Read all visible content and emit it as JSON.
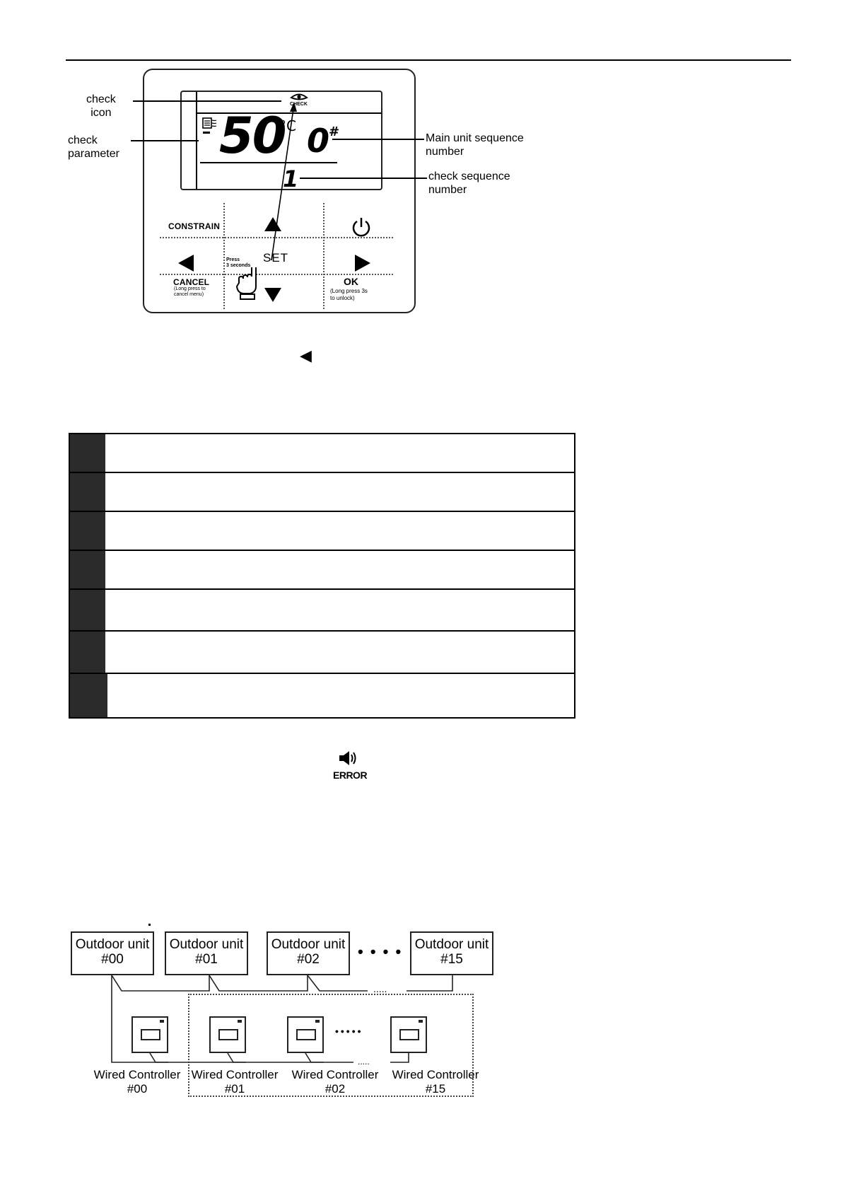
{
  "controller": {
    "callouts": {
      "check_icon": "check\nicon",
      "check_parameter": "check\nparameter",
      "main_unit_seq": "Main unit sequence\nnumber",
      "check_seq": "check sequence\nnumber"
    },
    "lcd": {
      "check_label": "CHECK",
      "value": "50",
      "unit": "°C",
      "main_seq": "0",
      "hash": "#",
      "check_seq": "1"
    },
    "buttons": {
      "constrain": "CONSTRAIN",
      "set": "SET",
      "press_hint": "Press\n3 seconds",
      "cancel": "CANCEL",
      "cancel_hint": "(Long press to\ncancel menu)",
      "ok": "OK",
      "ok_hint": "(Long press 3s\nto unlock)"
    }
  },
  "inline_icons": {
    "left_arrow": "◀",
    "error_label": "ERROR"
  },
  "table": {
    "row_count": 7
  },
  "network": {
    "outdoor_units": [
      {
        "line1": "Outdoor unit",
        "line2": "#00"
      },
      {
        "line1": "Outdoor unit",
        "line2": "#01"
      },
      {
        "line1": "Outdoor unit",
        "line2": "#02"
      },
      {
        "line1": "Outdoor unit",
        "line2": "#15"
      }
    ],
    "wired_controllers": [
      {
        "line1": "Wired Controller",
        "line2": "#00"
      },
      {
        "line1": "Wired Controller",
        "line2": "#01"
      },
      {
        "line1": "Wired Controller",
        "line2": "#02"
      },
      {
        "line1": "Wired Controller",
        "line2": "#15"
      }
    ],
    "ellipsis": "• • • •",
    "ellipsis_small": "•••••"
  }
}
